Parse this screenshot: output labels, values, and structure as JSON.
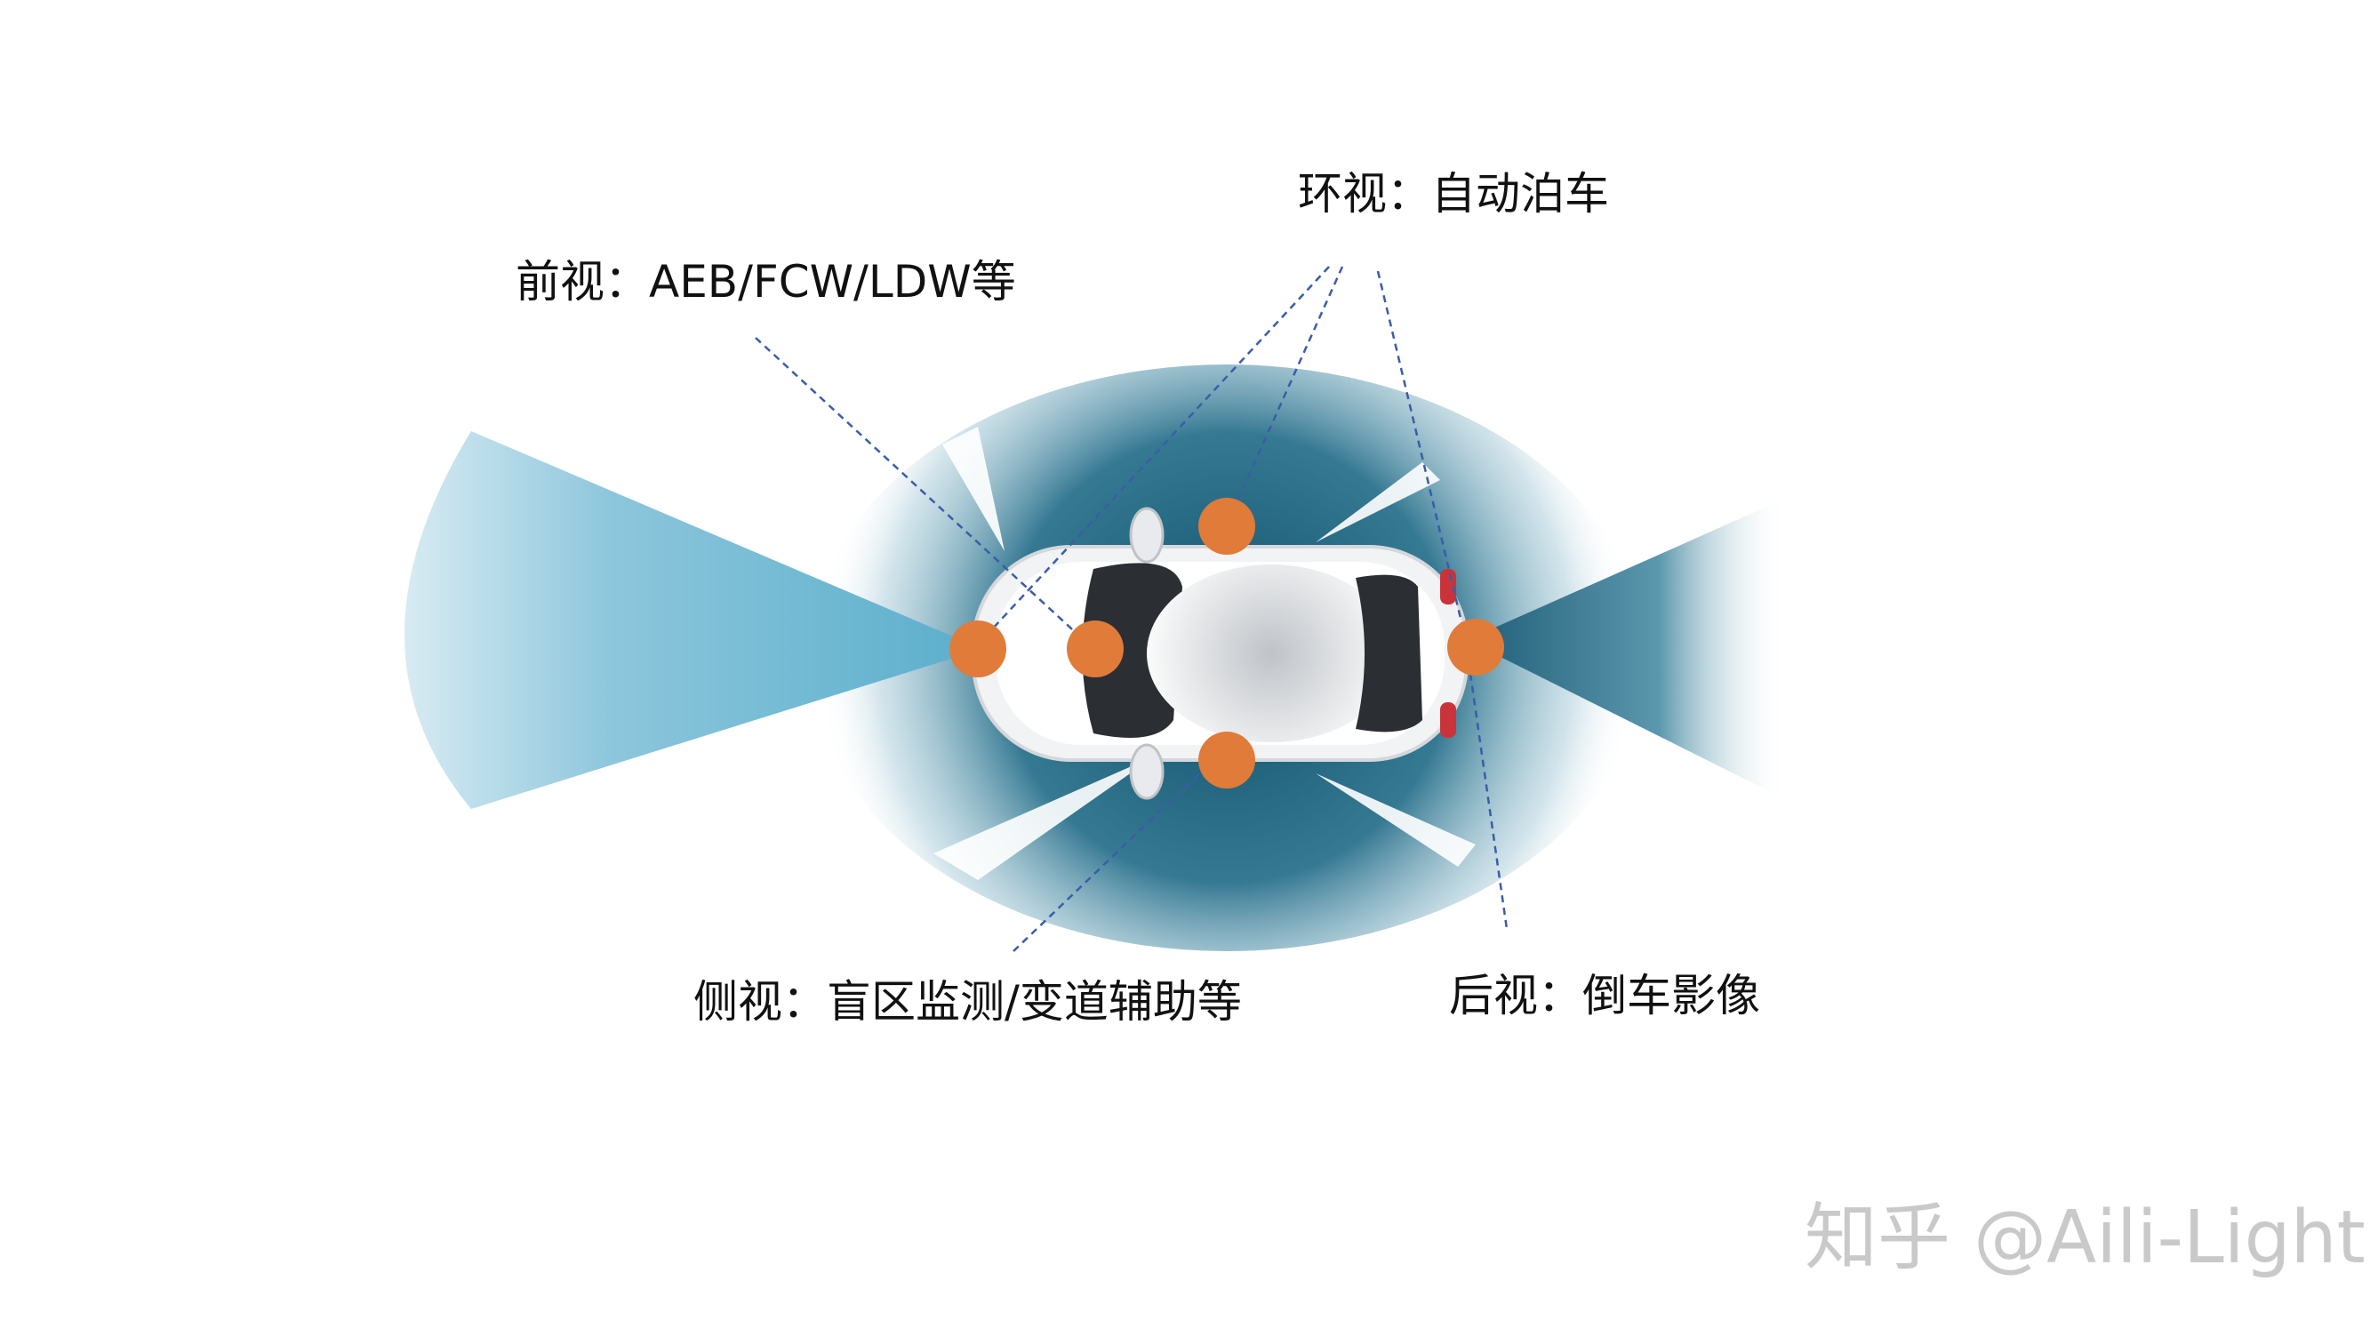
{
  "labels": {
    "front": "前视：AEB/FCW/LDW等",
    "surround": "环视：自动泊车",
    "side": "侧视：盲区监测/变道辅助等",
    "rear": "后视：倒车影像"
  },
  "watermark": "知乎 @Aili-Light",
  "colors": {
    "camera_dot": "#E07B39",
    "leader_line": "#3A5DA8",
    "front_beam": "#6FB8D1",
    "surround_glow": "#1F5E78",
    "rear_beam": "#2E6F88"
  }
}
